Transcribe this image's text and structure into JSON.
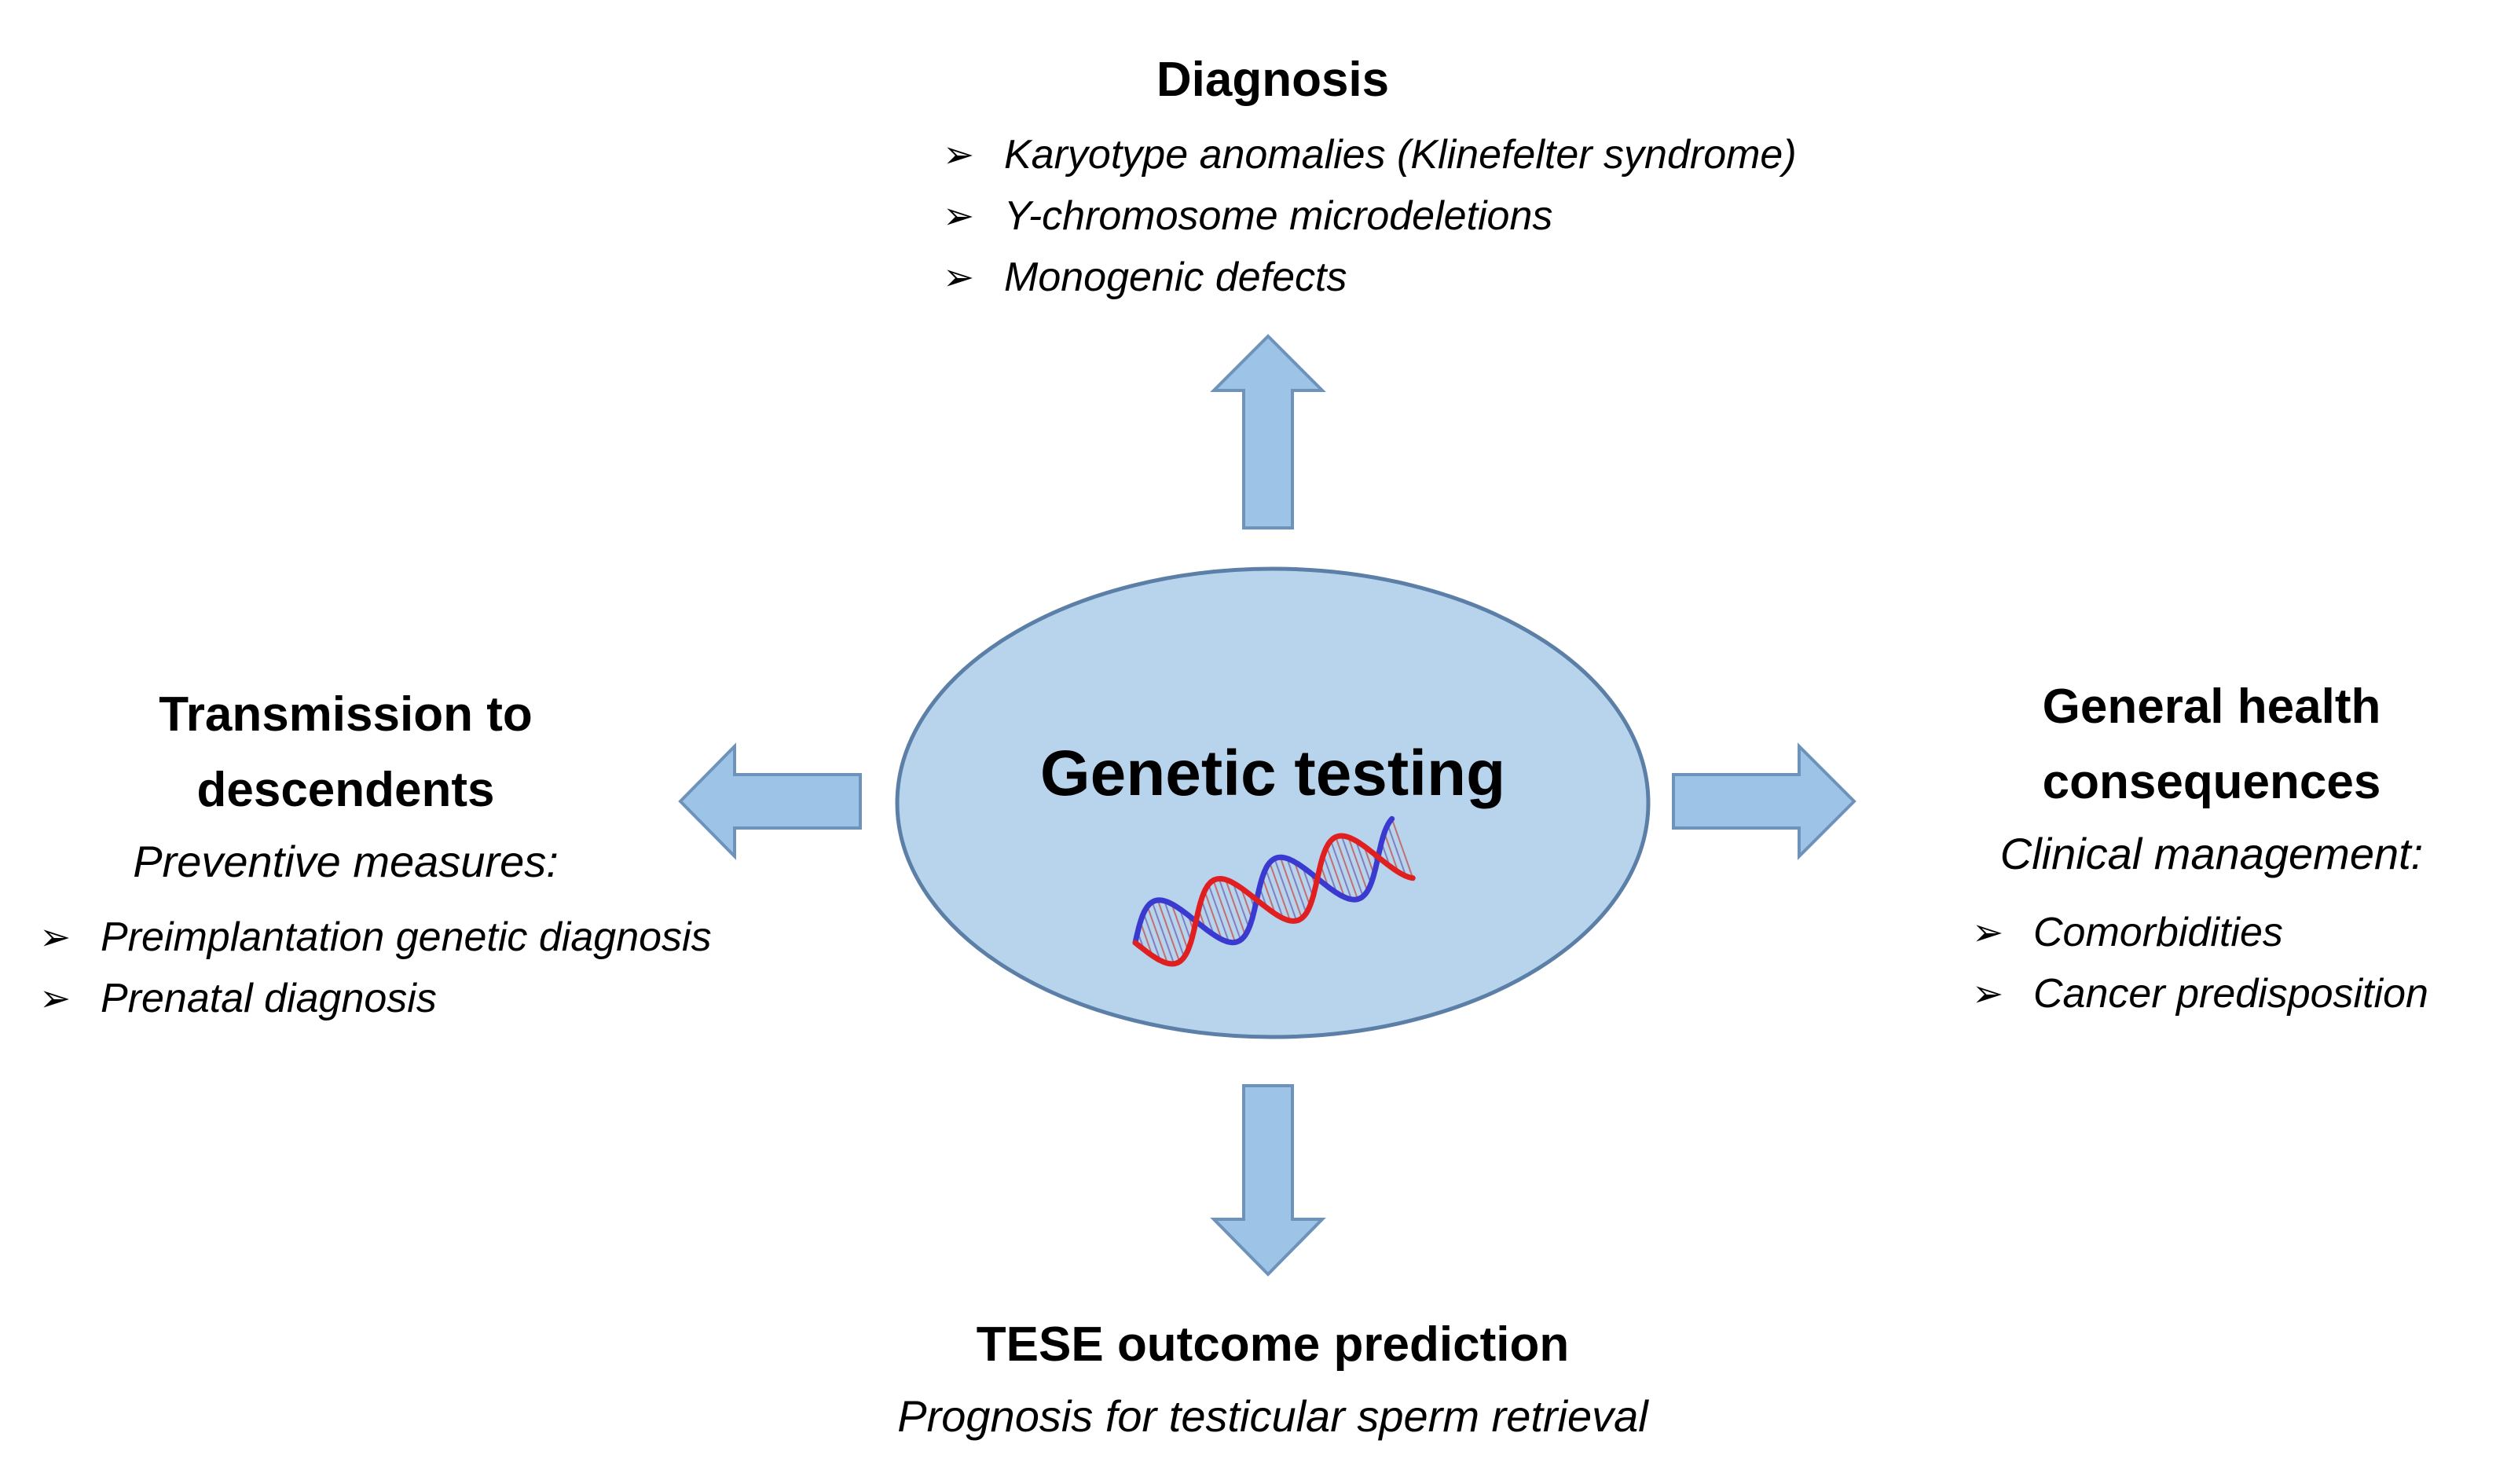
{
  "center": {
    "title": "Genetic testing",
    "icon": "dna-helix-icon"
  },
  "colors": {
    "shape_fill": "#b8d3ec",
    "arrow_fill": "#9dc3e6",
    "shape_stroke": "#5b7fa6",
    "dna_red": "#e02020",
    "dna_blue": "#3a3ad0"
  },
  "diagnosis": {
    "title": "Diagnosis",
    "items": [
      "Karyotype anomalies (Klinefelter syndrome)",
      "Y-chromosome microdeletions",
      "Monogenic defects"
    ]
  },
  "transmission": {
    "title_line1": "Transmission to",
    "title_line2": "descendents",
    "subtitle": "Preventive measures:",
    "items": [
      "Preimplantation genetic diagnosis",
      "Prenatal diagnosis"
    ]
  },
  "health": {
    "title_line1": "General health",
    "title_line2": "consequences",
    "subtitle": "Clinical management:",
    "items": [
      "Comorbidities",
      "Cancer predisposition"
    ]
  },
  "tese": {
    "title": "TESE outcome prediction",
    "subtitle": "Prognosis for testicular sperm retrieval"
  },
  "bullet_glyph": "➢"
}
